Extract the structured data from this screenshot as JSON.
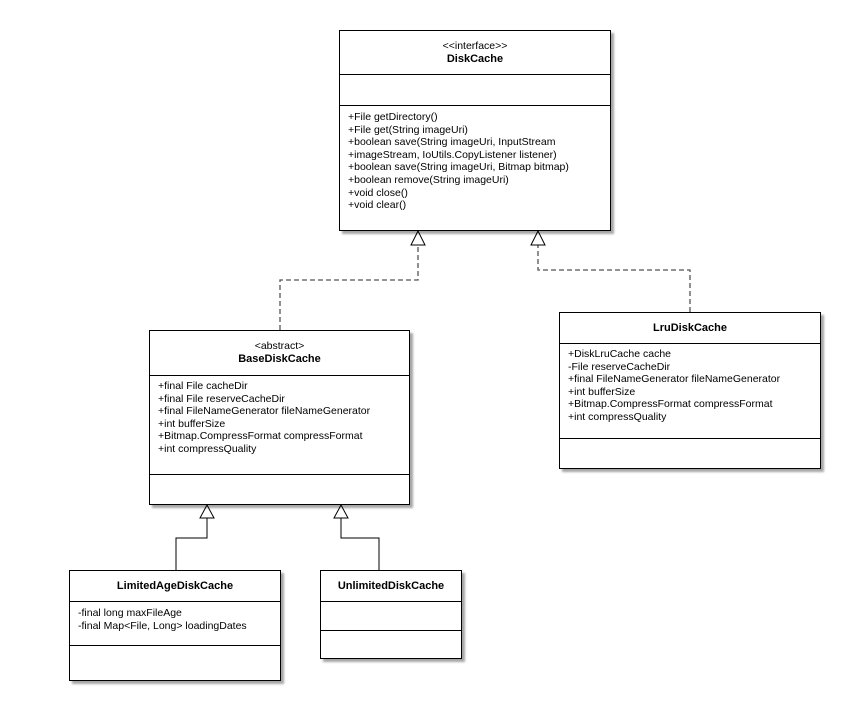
{
  "classes": {
    "disk_cache": {
      "stereotype": "<<interface>>",
      "name": "DiskCache",
      "operations": [
        "+File getDirectory()",
        "+File get(String imageUri)",
        "+boolean save(String imageUri, InputStream",
        "+imageStream, IoUtils.CopyListener listener)",
        "+boolean save(String imageUri, Bitmap bitmap)",
        "+boolean remove(String imageUri)",
        "+void close()",
        "+void clear()"
      ]
    },
    "base_disk_cache": {
      "stereotype": "<abstract>",
      "name": "BaseDiskCache",
      "attributes": [
        "+final File cacheDir",
        "+final File reserveCacheDir",
        "+final FileNameGenerator fileNameGenerator",
        "+int bufferSize",
        "+Bitmap.CompressFormat compressFormat",
        "+int compressQuality"
      ]
    },
    "lru_disk_cache": {
      "name": "LruDiskCache",
      "attributes": [
        "+DiskLruCache cache",
        "-File reserveCacheDir",
        "+final FileNameGenerator fileNameGenerator",
        "+int bufferSize",
        "+Bitmap.CompressFormat compressFormat",
        "+int compressQuality"
      ]
    },
    "limited_age_disk_cache": {
      "name": "LimitedAgeDiskCache",
      "attributes": [
        "-final long maxFileAge",
        "-final Map<File, Long> loadingDates"
      ]
    },
    "unlimited_disk_cache": {
      "name": "UnlimitedDiskCache"
    }
  },
  "relationships": [
    {
      "from": "BaseDiskCache",
      "to": "DiskCache",
      "kind": "realization"
    },
    {
      "from": "LruDiskCache",
      "to": "DiskCache",
      "kind": "realization"
    },
    {
      "from": "LimitedAgeDiskCache",
      "to": "BaseDiskCache",
      "kind": "generalization"
    },
    {
      "from": "UnlimitedDiskCache",
      "to": "BaseDiskCache",
      "kind": "generalization"
    }
  ],
  "colors": {
    "line": "#000000",
    "dashed_line": "#555555",
    "background": "#ffffff"
  }
}
